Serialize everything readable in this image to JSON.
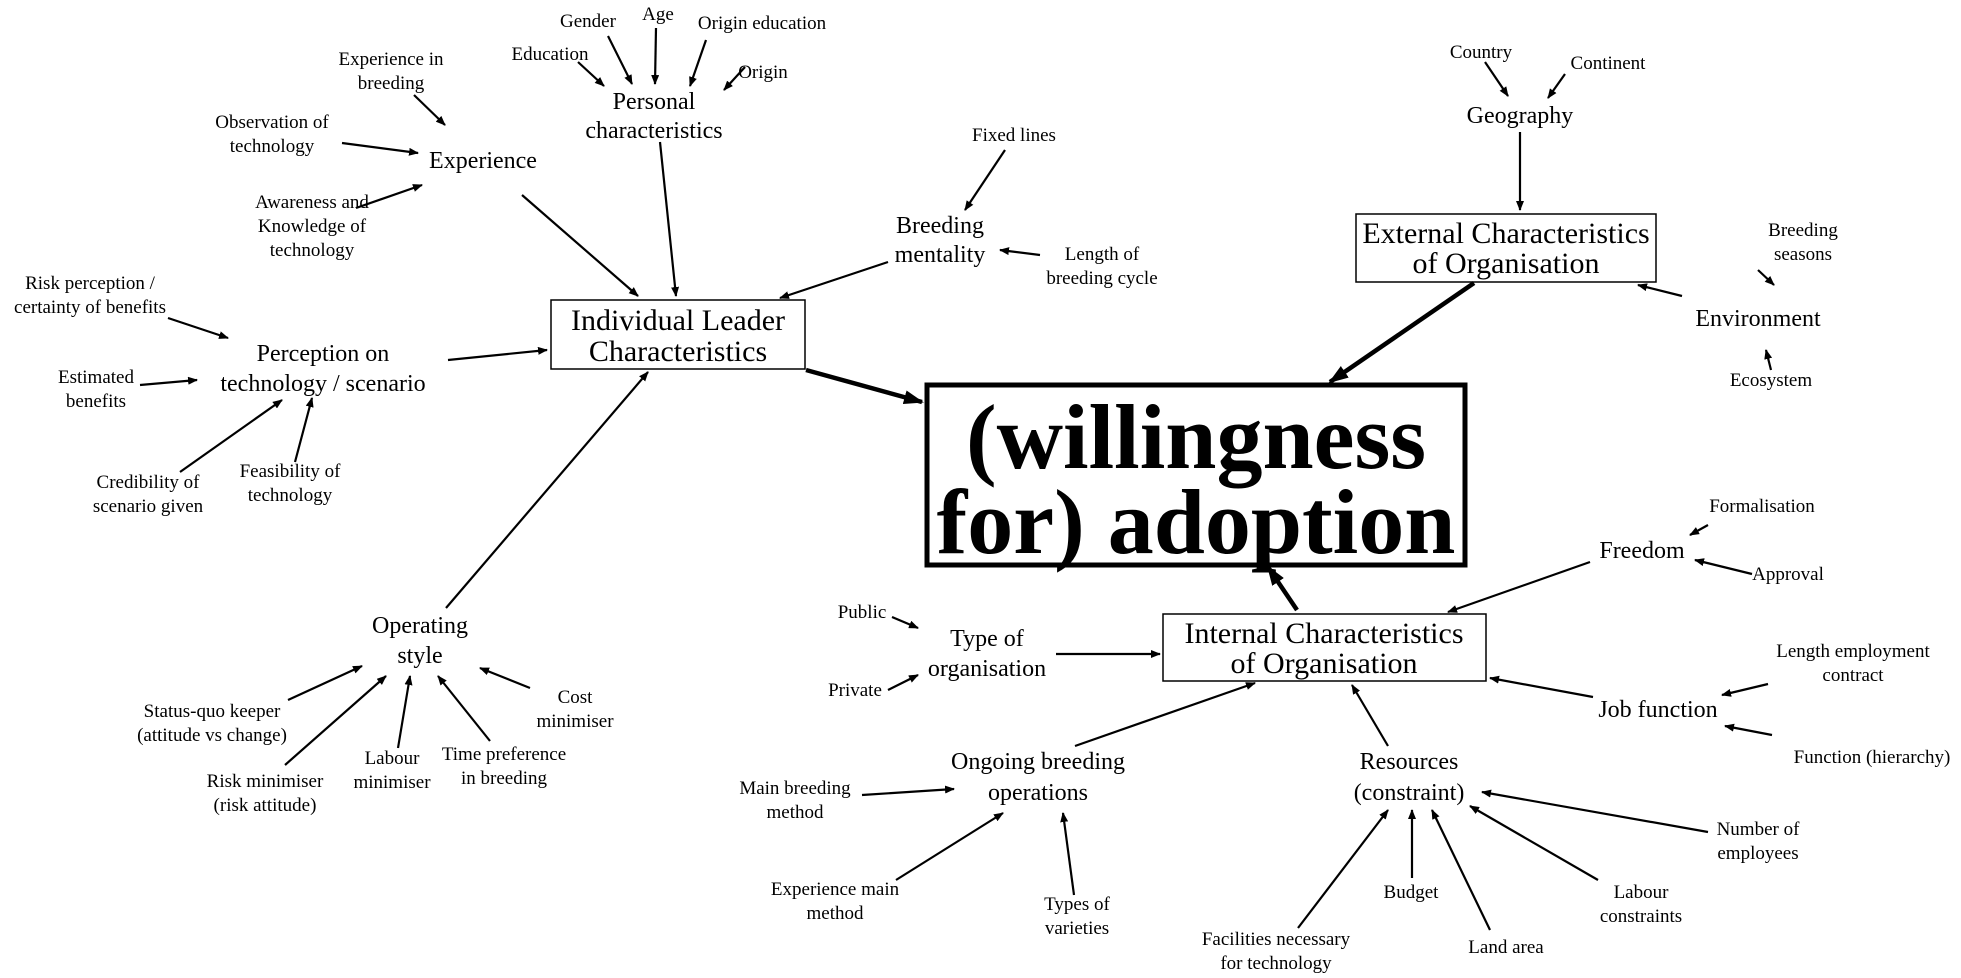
{
  "center": {
    "line1": "(willingness",
    "line2": "for) adoption"
  },
  "ilc": {
    "line1": "Individual Leader",
    "line2": "Characteristics"
  },
  "ext": {
    "line1": "External Characteristics",
    "line2": "of Organisation"
  },
  "int": {
    "line1": "Internal Characteristics",
    "line2": "of Organisation"
  },
  "personal": {
    "line1": "Personal",
    "line2": "characteristics",
    "gender": "Gender",
    "age": "Age",
    "origin_education": "Origin education",
    "education": "Education",
    "origin": "Origin"
  },
  "experience": {
    "label": "Experience",
    "in_breeding_1": "Experience in",
    "in_breeding_2": "breeding",
    "observation_1": "Observation of",
    "observation_2": "technology",
    "awareness_1": "Awareness and",
    "awareness_2": "Knowledge of",
    "awareness_3": "technology"
  },
  "perception": {
    "line1": "Perception on",
    "line2": "technology / scenario",
    "risk_1": "Risk perception /",
    "risk_2": "certainty of benefits",
    "estimated_1": "Estimated",
    "estimated_2": "benefits",
    "credibility_1": "Credibility of",
    "credibility_2": "scenario given",
    "feasibility_1": "Feasibility of",
    "feasibility_2": "technology"
  },
  "operating": {
    "line1": "Operating",
    "line2": "style",
    "status_1": "Status-quo keeper",
    "status_2": "(attitude vs change)",
    "risk_1": "Risk minimiser",
    "risk_2": "(risk attitude)",
    "labour_1": "Labour",
    "labour_2": "minimiser",
    "time_1": "Time preference",
    "time_2": "in breeding",
    "cost_1": "Cost",
    "cost_2": "minimiser"
  },
  "breeding_mentality": {
    "line1": "Breeding",
    "line2": "mentality",
    "fixed_lines": "Fixed lines",
    "cycle_1": "Length of",
    "cycle_2": "breeding cycle"
  },
  "geography": {
    "label": "Geography",
    "country": "Country",
    "continent": "Continent"
  },
  "environment": {
    "label": "Environment",
    "seasons_1": "Breeding",
    "seasons_2": "seasons",
    "ecosystem": "Ecosystem"
  },
  "freedom": {
    "label": "Freedom",
    "formalisation": "Formalisation",
    "approval": "Approval"
  },
  "job": {
    "label": "Job function",
    "length_1": "Length employment",
    "length_2": "contract",
    "function": "Function (hierarchy)"
  },
  "type_org": {
    "line1": "Type of",
    "line2": "organisation",
    "public": "Public",
    "private": "Private"
  },
  "ongoing": {
    "line1": "Ongoing breeding",
    "line2": "operations",
    "main_1": "Main breeding",
    "main_2": "method",
    "exp_1": "Experience main",
    "exp_2": "method",
    "types_1": "Types of",
    "types_2": "varieties"
  },
  "resources": {
    "line1": "Resources",
    "line2": "(constraint)",
    "facilities_1": "Facilities necessary",
    "facilities_2": "for technology",
    "budget": "Budget",
    "land": "Land area",
    "labour_1": "Labour",
    "labour_2": "constraints",
    "employees_1": "Number of",
    "employees_2": "employees"
  }
}
